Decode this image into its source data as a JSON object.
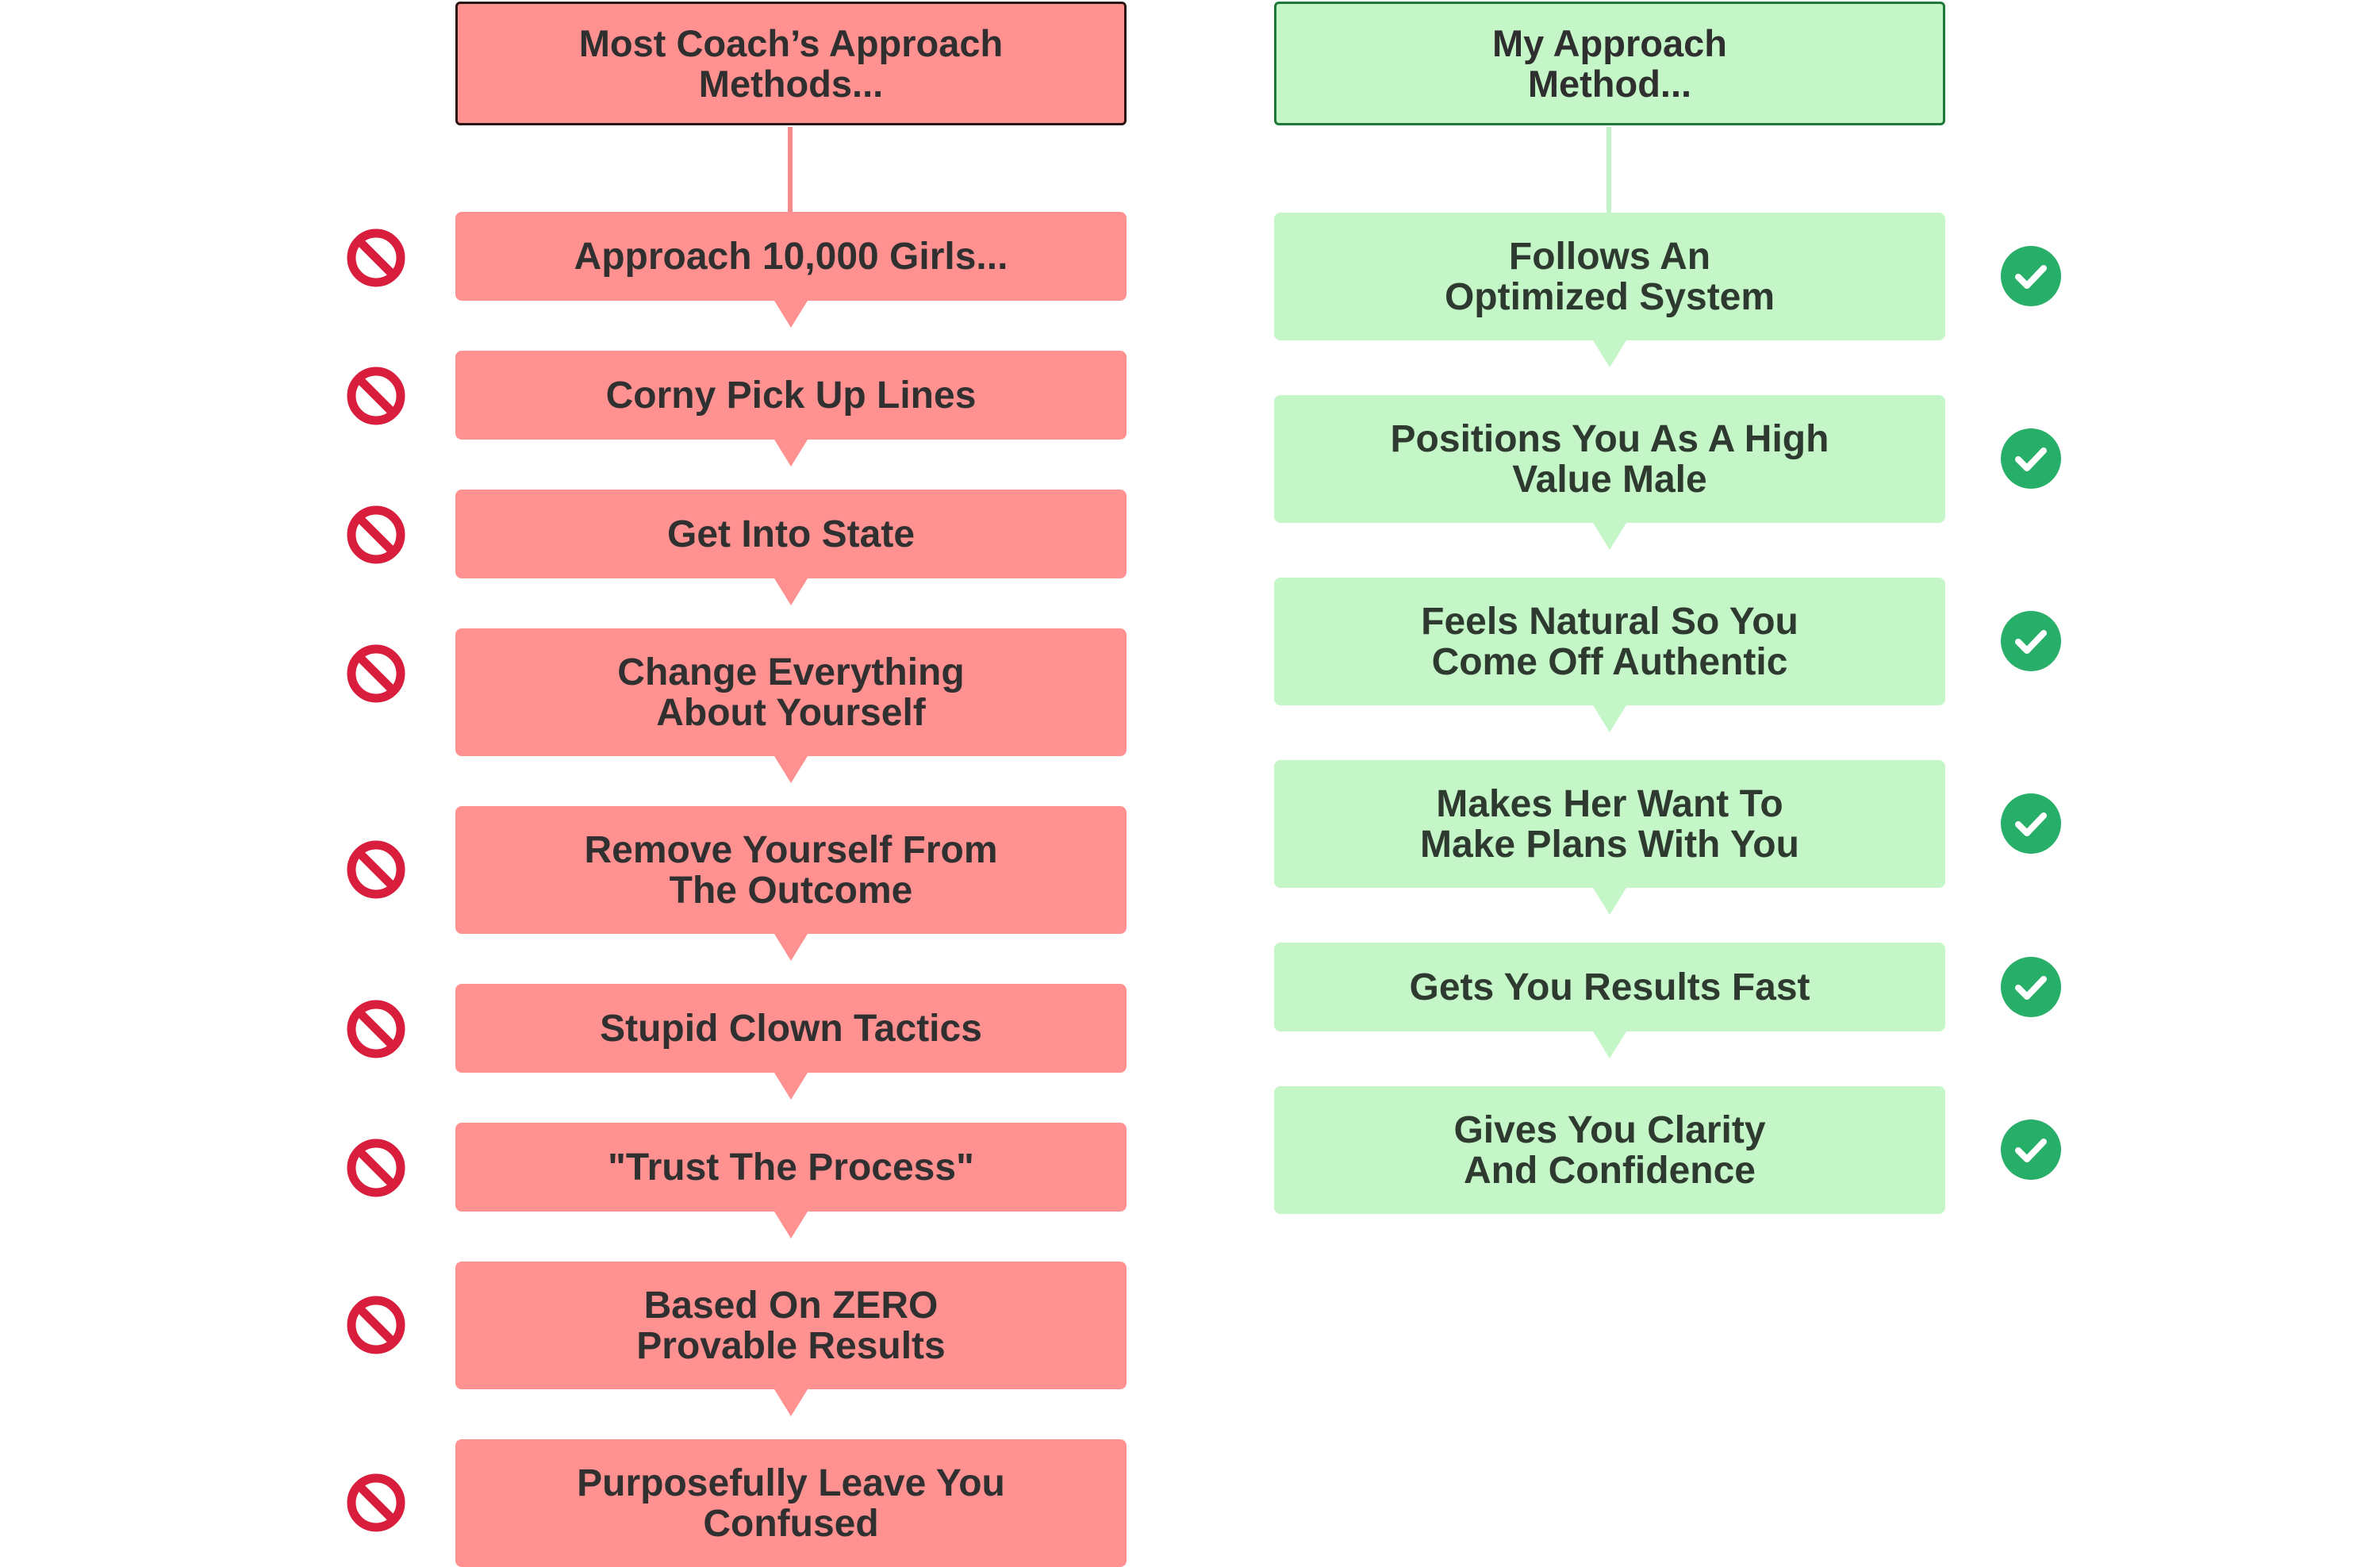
{
  "colors": {
    "bad_fill": "#ff9191",
    "bad_icon": "#d81e3c",
    "good_fill": "#c4f6c8",
    "good_icon": "#27ae68"
  },
  "left": {
    "header": "Most Coach’s Approach\nMethods...",
    "items": [
      {
        "label": "Approach 10,000 Girls...",
        "icon": "prohibited-icon"
      },
      {
        "label": "Corny Pick Up Lines",
        "icon": "prohibited-icon"
      },
      {
        "label": "Get Into State",
        "icon": "prohibited-icon"
      },
      {
        "label": "Change Everything\nAbout Yourself",
        "icon": "prohibited-icon"
      },
      {
        "label": "Remove Yourself From\nThe Outcome",
        "icon": "prohibited-icon"
      },
      {
        "label": "Stupid Clown Tactics",
        "icon": "prohibited-icon"
      },
      {
        "label": "\"Trust The Process\"",
        "icon": "prohibited-icon"
      },
      {
        "label": "Based On ZERO\nProvable Results",
        "icon": "prohibited-icon"
      },
      {
        "label": "Purposefully Leave You\nConfused",
        "icon": "prohibited-icon"
      }
    ]
  },
  "right": {
    "header": "My Approach\nMethod...",
    "items": [
      {
        "label": "Follows An\nOptimized System",
        "icon": "checkmark-icon"
      },
      {
        "label": "Positions You As A High\nValue Male",
        "icon": "checkmark-icon"
      },
      {
        "label": "Feels Natural So You\nCome Off Authentic",
        "icon": "checkmark-icon"
      },
      {
        "label": "Makes Her Want To\nMake Plans With You",
        "icon": "checkmark-icon"
      },
      {
        "label": "Gets You Results Fast",
        "icon": "checkmark-icon"
      },
      {
        "label": "Gives You Clarity\nAnd Confidence",
        "icon": "checkmark-icon"
      }
    ]
  }
}
